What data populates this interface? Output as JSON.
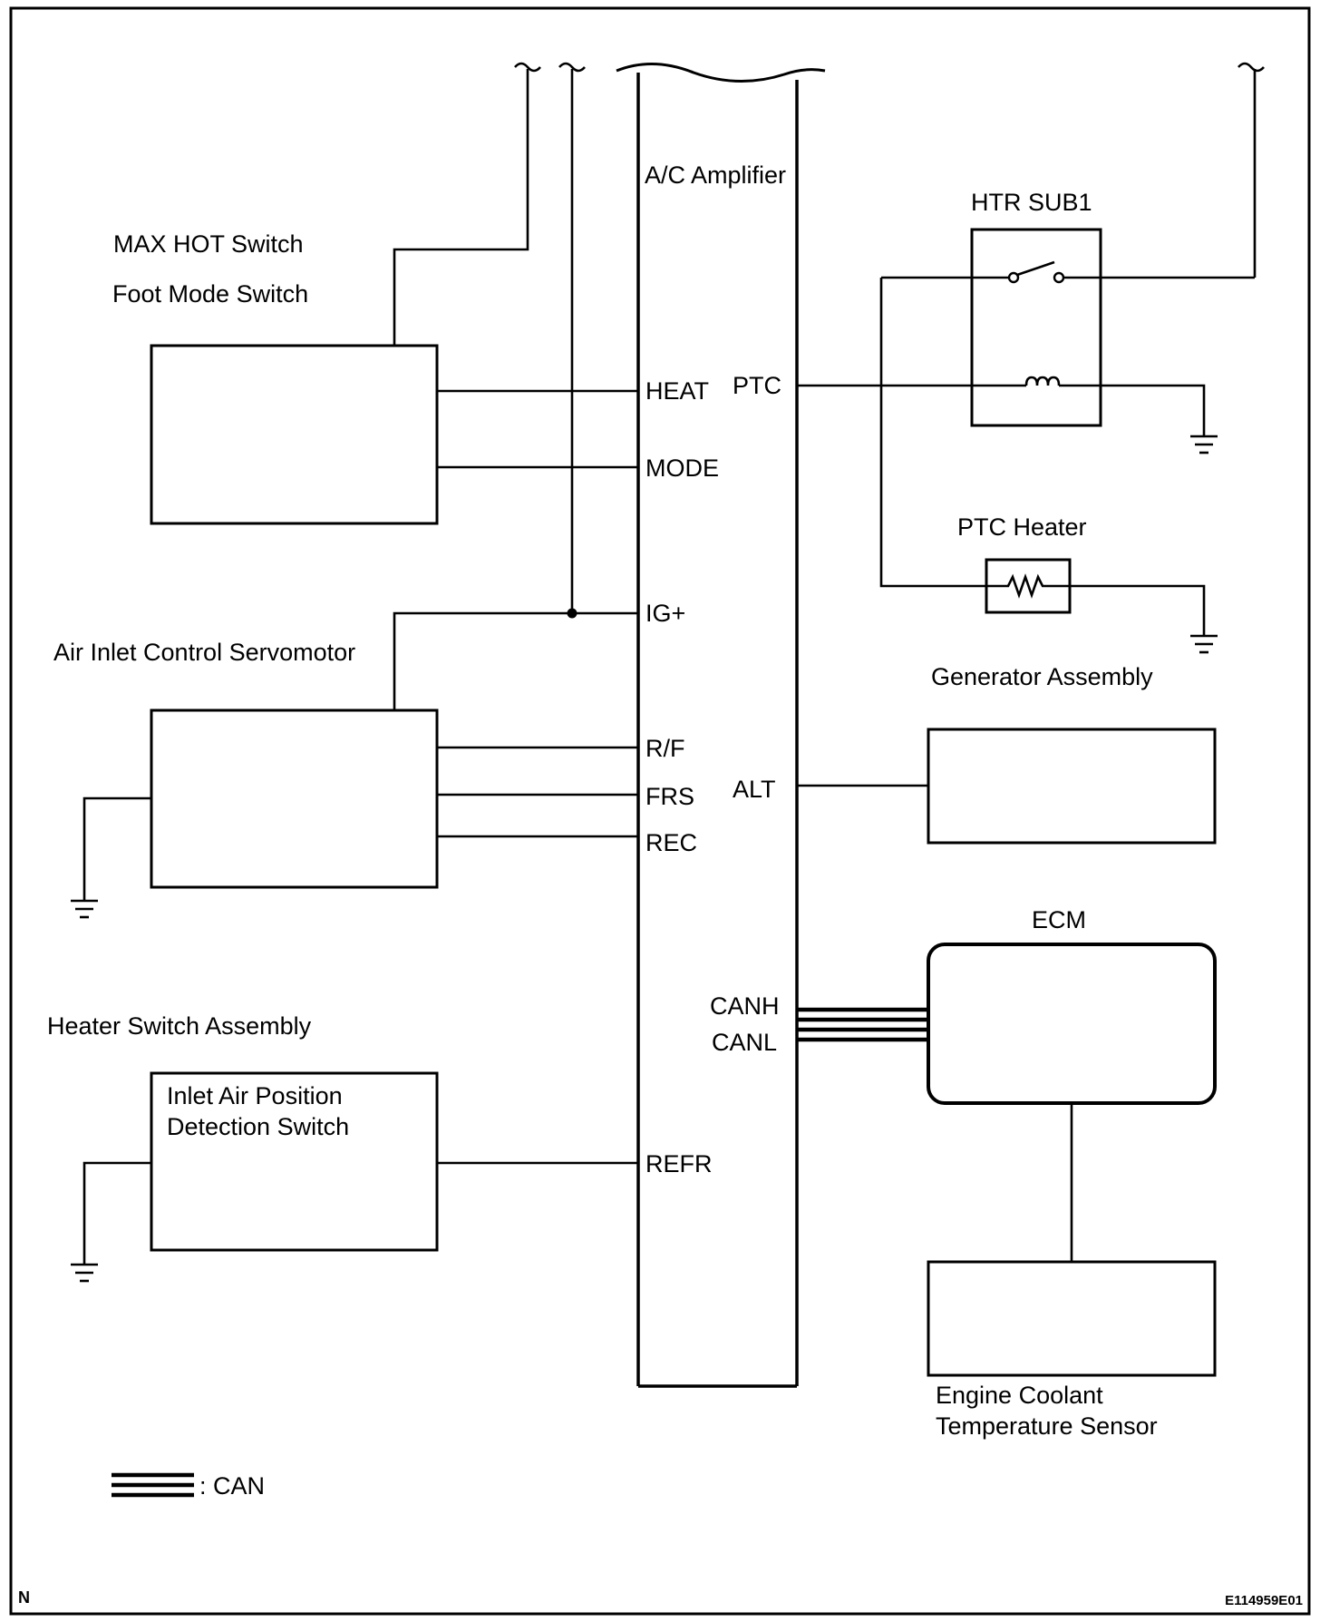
{
  "labels": {
    "amplifier": "A/C Amplifier",
    "max_hot_switch": "MAX HOT Switch",
    "foot_mode_switch": "Foot Mode Switch",
    "air_inlet_servo": "Air Inlet Control Servomotor",
    "heater_switch_assembly": "Heater Switch Assembly",
    "inlet_air_pos_line1": "Inlet Air Position",
    "inlet_air_pos_line2": "Detection Switch",
    "htr_sub1": "HTR SUB1",
    "ptc_heater": "PTC Heater",
    "generator_assembly": "Generator Assembly",
    "ecm": "ECM",
    "ect_sensor_line1": "Engine Coolant",
    "ect_sensor_line2": "Temperature Sensor",
    "legend_can": ": CAN",
    "corner_left": "N",
    "corner_right": "E114959E01"
  },
  "terminals": {
    "heat": "HEAT",
    "mode": "MODE",
    "ig_plus": "IG+",
    "r_f": "R/F",
    "frs": "FRS",
    "rec": "REC",
    "refr": "REFR",
    "ptc": "PTC",
    "alt": "ALT",
    "canh": "CANH",
    "canl": "CANL"
  }
}
